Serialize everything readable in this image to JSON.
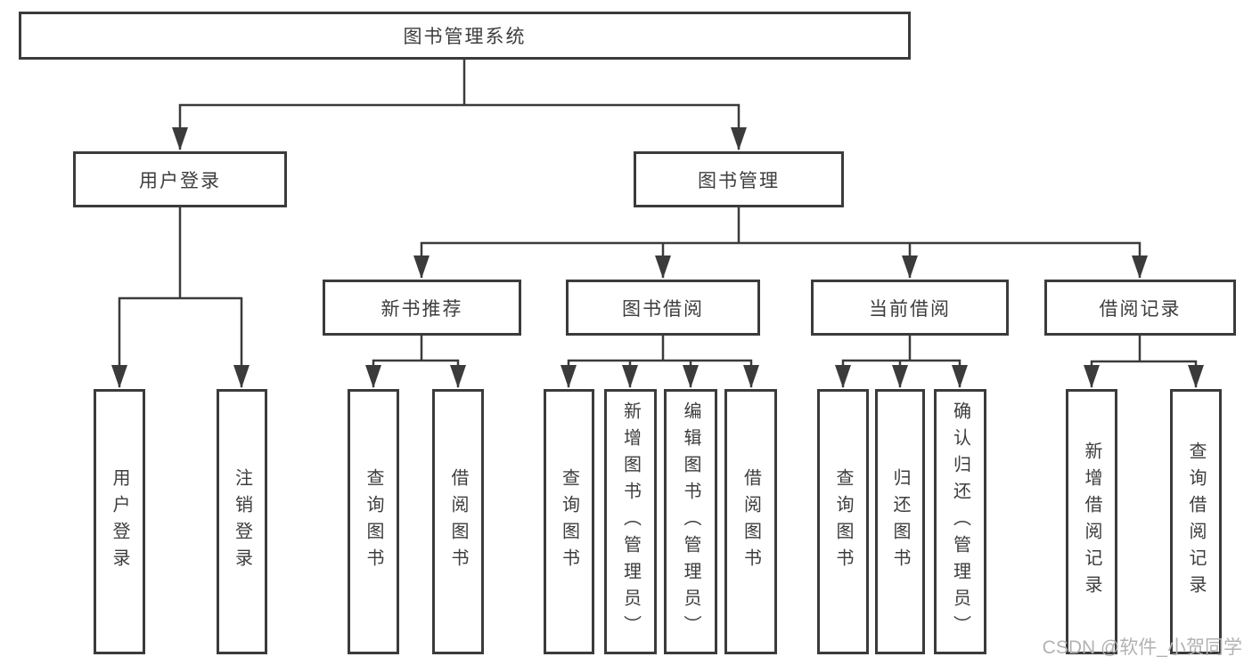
{
  "tree": {
    "label": "图书管理系统",
    "children": [
      {
        "label": "用户登录",
        "children": [
          {
            "label": "用户登录"
          },
          {
            "label": "注销登录"
          }
        ]
      },
      {
        "label": "图书管理",
        "children": [
          {
            "label": "新书推荐",
            "children": [
              {
                "label": "查询图书"
              },
              {
                "label": "借阅图书"
              }
            ]
          },
          {
            "label": "图书借阅",
            "children": [
              {
                "label": "查询图书"
              },
              {
                "label": "新增图书（管理员）"
              },
              {
                "label": "编辑图书（管理员）"
              },
              {
                "label": "借阅图书"
              }
            ]
          },
          {
            "label": "当前借阅",
            "children": [
              {
                "label": "查询图书"
              },
              {
                "label": "归还图书"
              },
              {
                "label": "确认归还（管理员）"
              }
            ]
          },
          {
            "label": "借阅记录",
            "children": [
              {
                "label": "新增借阅记录"
              },
              {
                "label": "查询借阅记录"
              }
            ]
          }
        ]
      }
    ]
  },
  "watermark": {
    "text": "CSDN @软件_小贺同学"
  },
  "colors": {
    "line": "#3b3b3b",
    "text": "#3d3d3d",
    "box_background": "#ffffff",
    "watermark": "#b2b2b2",
    "background": "#ffffff"
  }
}
